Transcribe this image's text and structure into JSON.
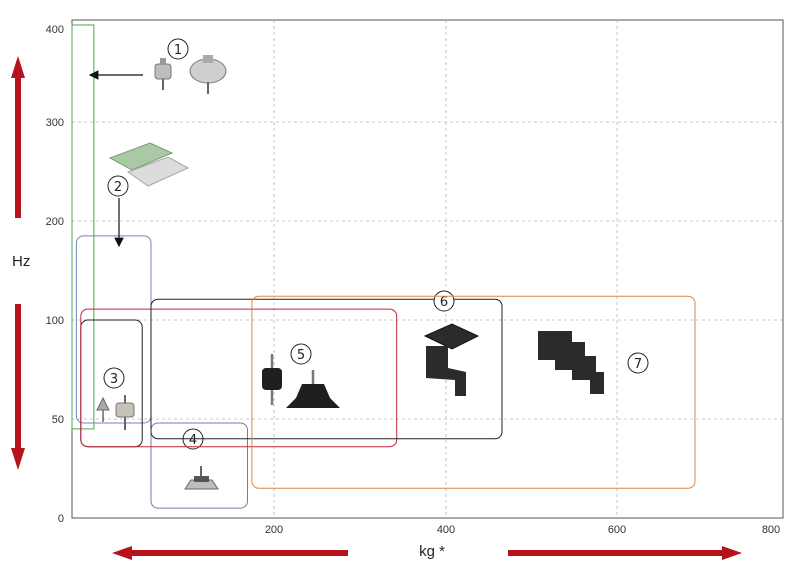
{
  "chart_data": {
    "type": "diagram",
    "title": "",
    "xlabel": "kg *",
    "ylabel": "Hz",
    "x_ticks": [
      "200",
      "400",
      "600",
      "800"
    ],
    "y_ticks": [
      "0",
      "50",
      "100",
      "200",
      "300",
      "400"
    ],
    "x_range_kg": [
      0,
      800
    ],
    "grid": true,
    "regions": [
      {
        "label": "①",
        "color": "#4aa84a",
        "kg_range": [
          0,
          25
        ],
        "hz_range": [
          45,
          400
        ]
      },
      {
        "label": "②",
        "color": "#6f86b8",
        "kg_range": [
          5,
          90
        ],
        "hz_range": [
          48,
          185
        ]
      },
      {
        "label": "③",
        "color": "#222222",
        "kg_range": [
          10,
          80
        ],
        "hz_range": [
          36,
          100
        ]
      },
      {
        "label": "④",
        "color": "#7a7aa8",
        "kg_range": [
          90,
          200
        ],
        "hz_range": [
          5,
          48
        ]
      },
      {
        "label": "⑤",
        "color": "#c0283c",
        "kg_range": [
          10,
          370
        ],
        "hz_range": [
          36,
          111
        ]
      },
      {
        "label": "⑥",
        "color": "#222222",
        "kg_range": [
          90,
          490
        ],
        "hz_range": [
          40,
          121
        ]
      },
      {
        "label": "⑦",
        "color": "#d9894a",
        "kg_range": [
          205,
          710
        ],
        "hz_range": [
          15,
          124
        ]
      }
    ],
    "colors": {
      "arrow": "#b5121b",
      "grid": "#b8b8b8",
      "axis": "#555555"
    }
  }
}
